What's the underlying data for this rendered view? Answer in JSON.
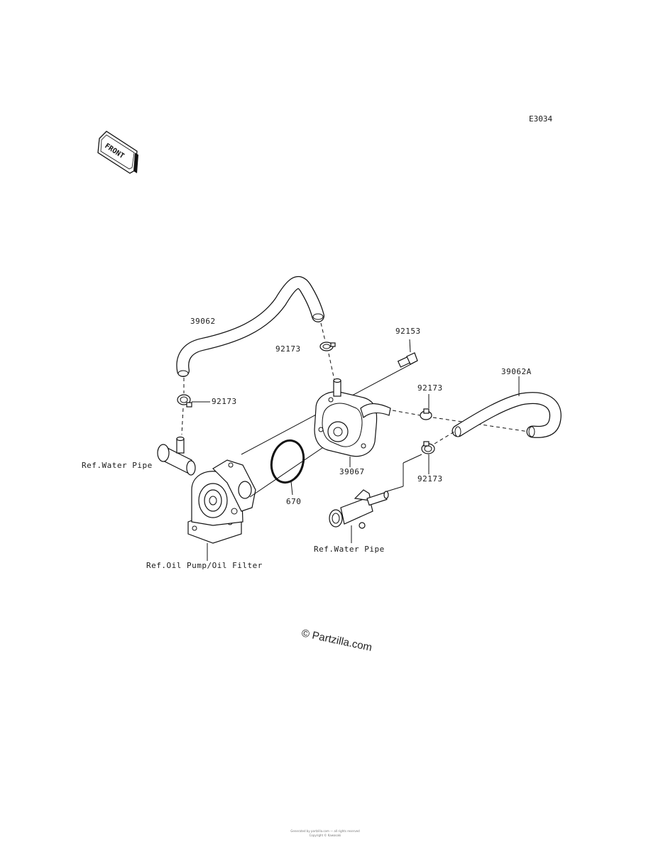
{
  "diagram": {
    "code": "E3034",
    "front_label": "FRONT",
    "watermark": "© Partzilla.com",
    "footer_line1": "Generated by partzilla.com — all rights reserved",
    "footer_line2": "Copyright © Kawasaki"
  },
  "callouts": {
    "hose_upper": "39062",
    "hose_right": "39062A",
    "bolt": "92153",
    "clamp_upper_mid": "92173",
    "clamp_left": "92173",
    "clamp_right_upper": "92173",
    "clamp_right_lower": "92173",
    "oil_cooler": "39067",
    "o_ring": "670",
    "ref_water_pipe_left": "Ref.Water Pipe",
    "ref_water_pipe_right": "Ref.Water Pipe",
    "ref_oil_pump": "Ref.Oil Pump/Oil Filter"
  }
}
